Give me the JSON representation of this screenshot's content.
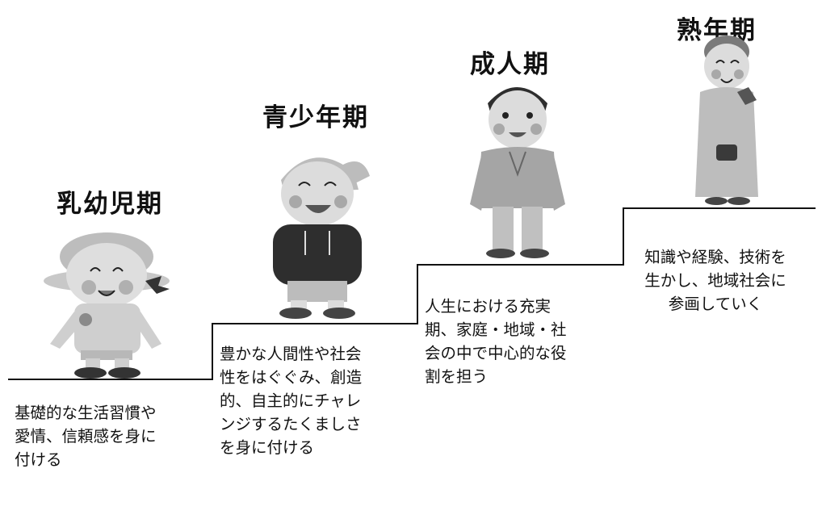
{
  "stages": [
    {
      "title": "乳幼児期",
      "description": "基礎的な生活習慣や\n愛情、信頼感を身に\n付ける",
      "figure": "toddler-girl-with-hat-icon"
    },
    {
      "title": "青少年期",
      "description": "豊かな人間性や社会\n性をはぐぐみ、創造\n的、自主的にチャレ\nンジするたくましさ\nを身に付ける",
      "figure": "boy-with-cap-icon"
    },
    {
      "title": "成人期",
      "description": "人生における充実\n期、家庭・地域・社\n会の中で中心的な役\n割を担う",
      "figure": "adult-man-icon"
    },
    {
      "title": "熟年期",
      "description": "知識や経験、技術を\n生かし、地域社会に\n参画していく",
      "figure": "elderly-woman-icon"
    }
  ],
  "colors": {
    "line": "#111111",
    "skin": "#dcdcdc",
    "dark": "#3a3a3a",
    "mid": "#9a9a9a",
    "light": "#c4c4c4"
  }
}
